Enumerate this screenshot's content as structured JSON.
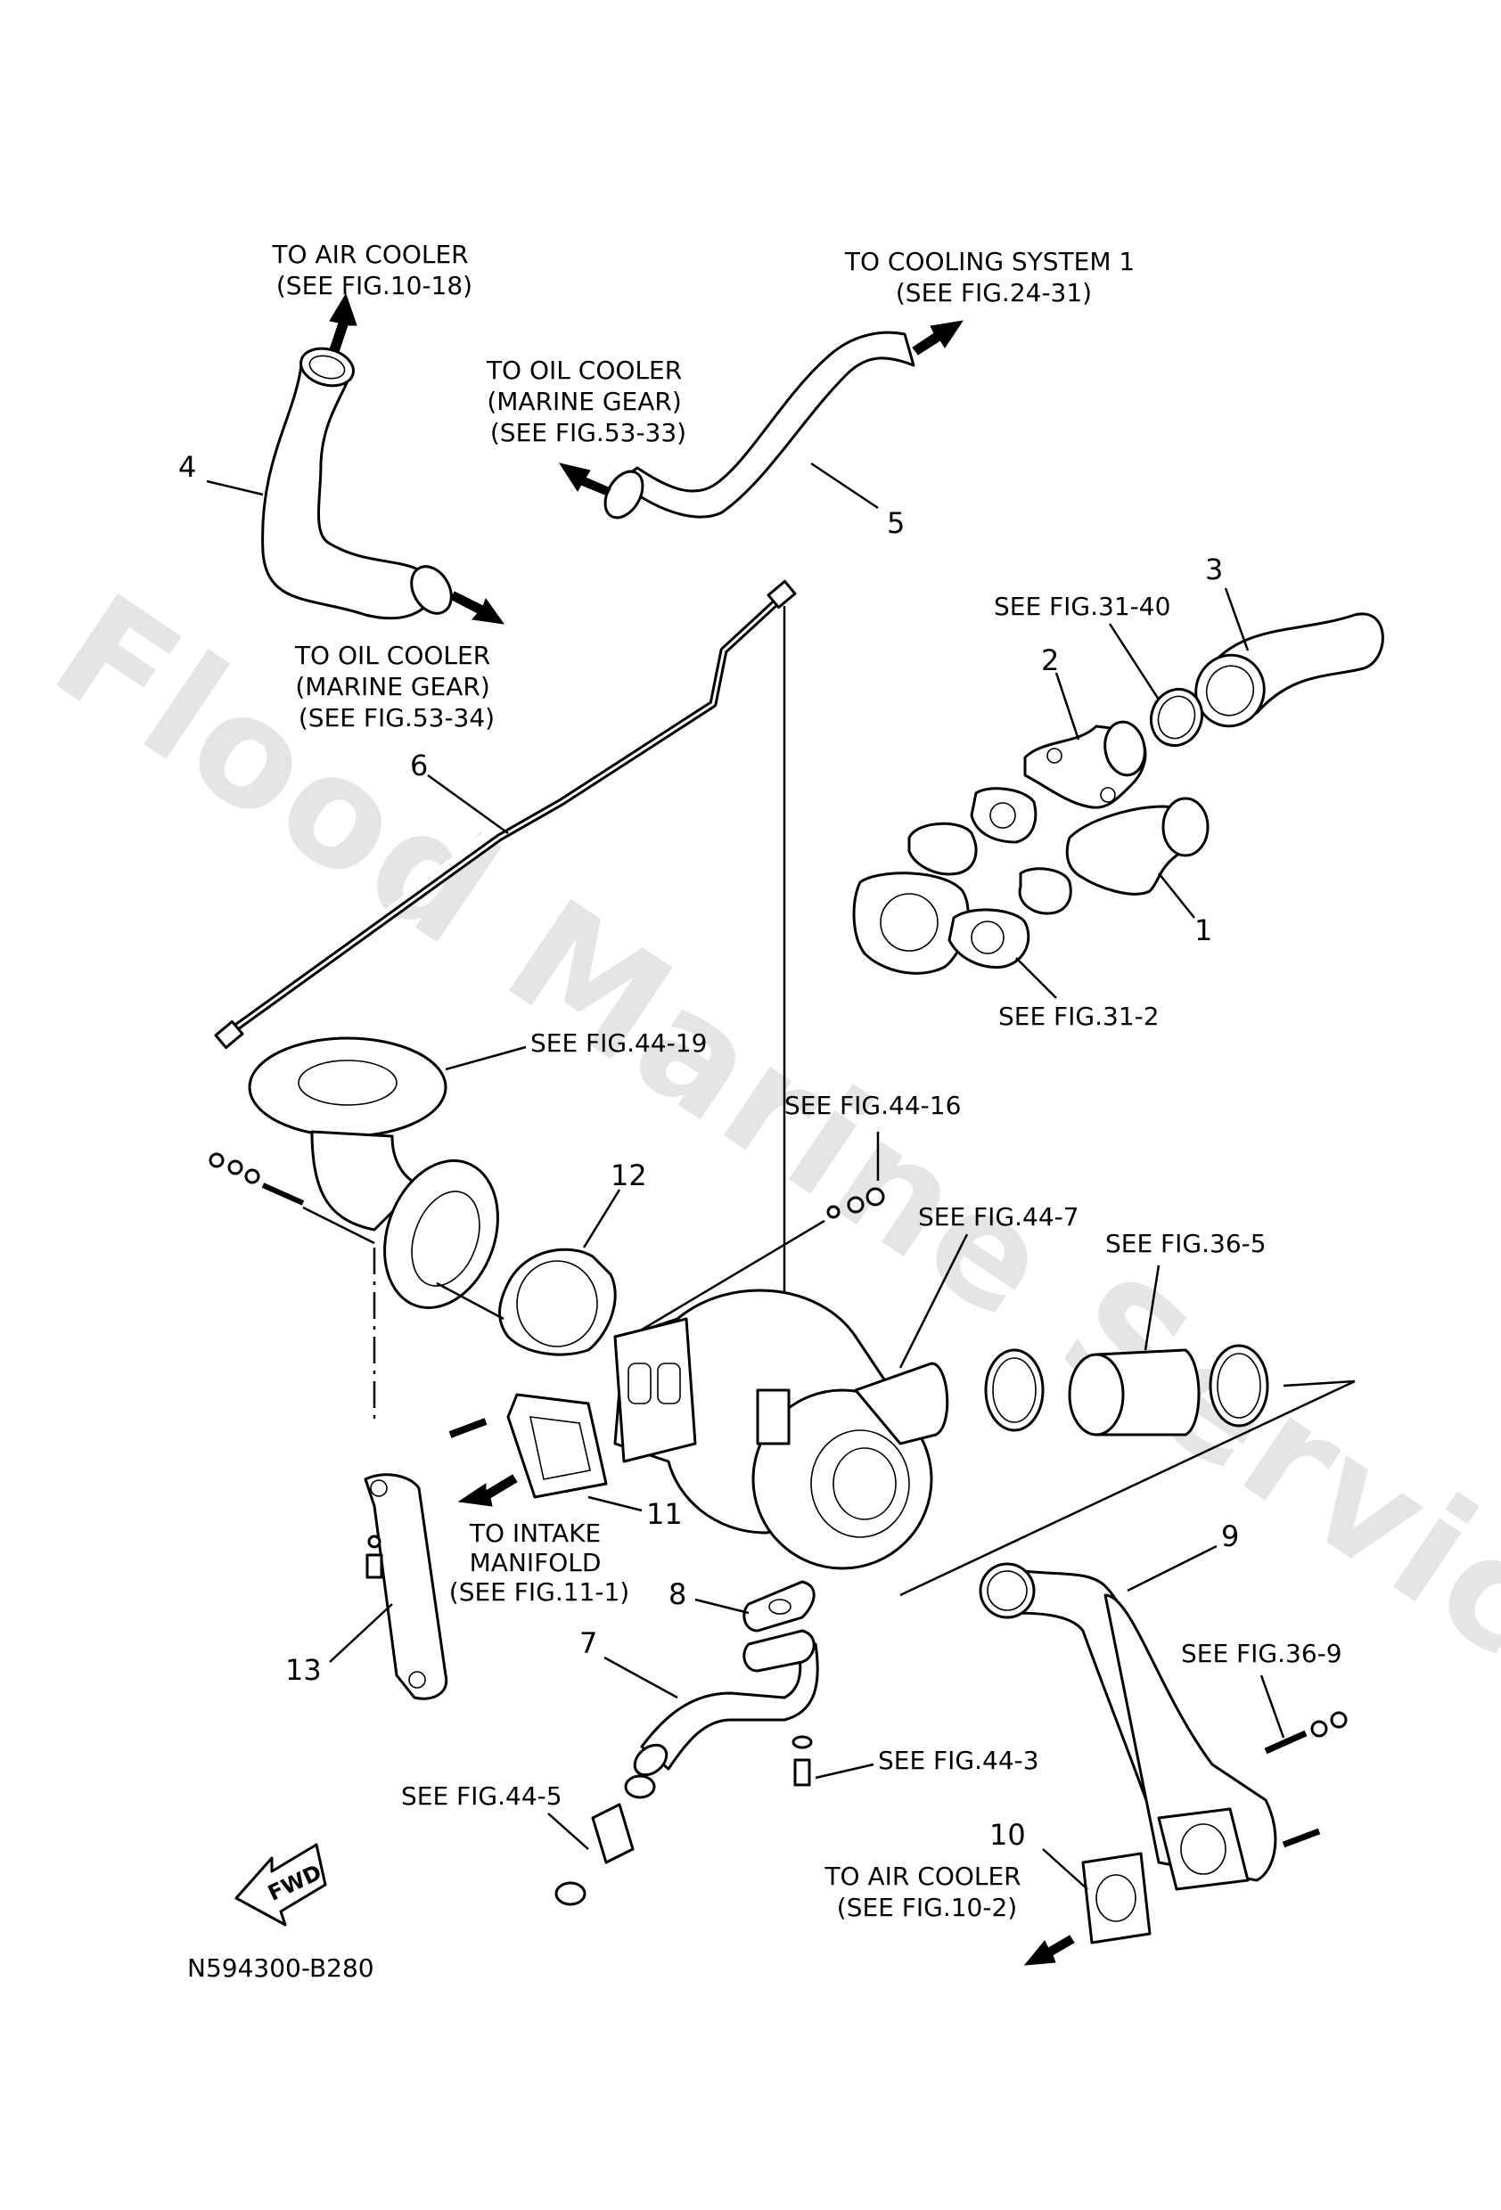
{
  "watermark": "Flood Marine Services",
  "drawing_code": "N594300-B280",
  "fwd_label": "FWD",
  "callouts": {
    "to_air_cooler_top": [
      "TO AIR COOLER",
      "(SEE FIG.10-18)"
    ],
    "to_cooling_system": [
      "TO COOLING SYSTEM 1",
      "(SEE FIG.24-31)"
    ],
    "to_oil_cooler_33": [
      "TO OIL COOLER",
      "(MARINE GEAR)",
      "(SEE FIG.53-33)"
    ],
    "to_oil_cooler_34": [
      "TO OIL COOLER",
      "(MARINE GEAR)",
      "(SEE FIG.53-34)"
    ],
    "to_intake_manifold": [
      "TO INTAKE",
      "MANIFOLD",
      "(SEE FIG.11-1)"
    ],
    "to_air_cooler_bottom": [
      "TO AIR COOLER",
      "(SEE FIG.10-2)"
    ]
  },
  "refs": {
    "fig31_40": "SEE FIG.31-40",
    "fig31_2": "SEE FIG.31-2",
    "fig44_19": "SEE FIG.44-19",
    "fig44_16": "SEE FIG.44-16",
    "fig44_7": "SEE FIG.44-7",
    "fig36_5": "SEE FIG.36-5",
    "fig36_9": "SEE FIG.36-9",
    "fig44_3": "SEE FIG.44-3",
    "fig44_5": "SEE FIG.44-5"
  },
  "part_numbers": [
    "1",
    "2",
    "3",
    "4",
    "5",
    "6",
    "7",
    "8",
    "9",
    "10",
    "11",
    "12",
    "13"
  ]
}
